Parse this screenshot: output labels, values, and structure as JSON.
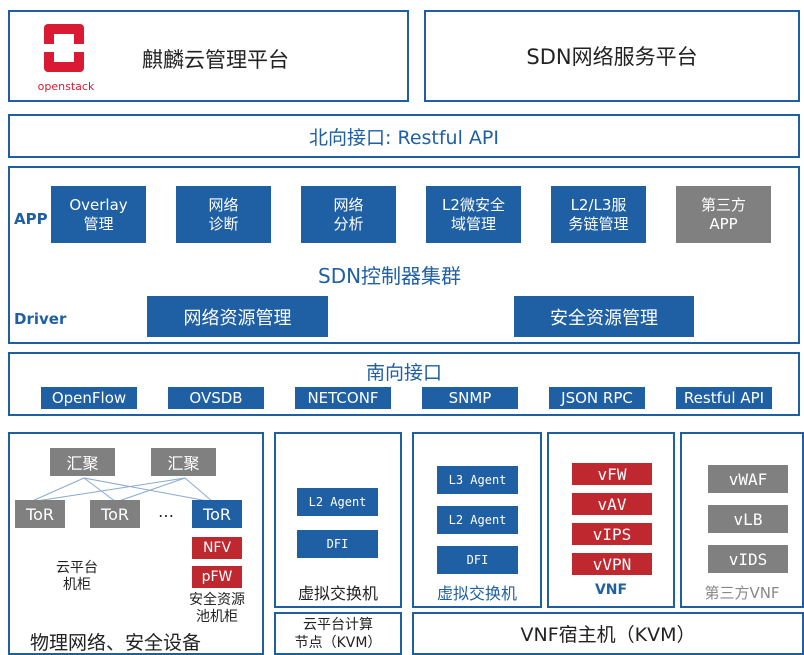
{
  "top": {
    "left_title": "麒麟云管理平台",
    "logo_text": "openstack",
    "right_title": "SDN网络服务平台"
  },
  "northbound": {
    "label": "北向接口: Restful API"
  },
  "controller": {
    "app_label": "APP",
    "apps": [
      {
        "line1": "Overlay",
        "line2": "管理"
      },
      {
        "line1": "网络",
        "line2": "诊断"
      },
      {
        "line1": "网络",
        "line2": "分析"
      },
      {
        "line1": "L2微安全",
        "line2": "域管理"
      },
      {
        "line1": "L2/L3服",
        "line2": "务链管理"
      },
      {
        "line1": "第三方",
        "line2": "APP"
      }
    ],
    "cluster_title": "SDN控制器集群",
    "driver_label": "Driver",
    "drivers": [
      "网络资源管理",
      "安全资源管理"
    ]
  },
  "southbound": {
    "title": "南向接口",
    "protocols": [
      "OpenFlow",
      "OVSDB",
      "NETCONF",
      "SNMP",
      "JSON RPC",
      "Restful API"
    ]
  },
  "physical": {
    "agg": [
      "汇聚",
      "汇聚"
    ],
    "tor": [
      "ToR",
      "ToR",
      "ToR"
    ],
    "dots": "…",
    "cabinet_line1": "云平台",
    "cabinet_line2": "机柜",
    "sec_items": [
      "NFV",
      "pFW"
    ],
    "sec_line1": "安全资源",
    "sec_line2": "池机柜",
    "footer": "物理网络、安全设备"
  },
  "vswitch1": {
    "items": [
      "L2 Agent",
      "DFI"
    ],
    "label": "虚拟交换机",
    "footer_line1": "云平台计算",
    "footer_line2": "节点（KVM）"
  },
  "vswitch2": {
    "items": [
      "L3 Agent",
      "L2 Agent",
      "DFI"
    ],
    "label": "虚拟交换机"
  },
  "vnf": {
    "items": [
      "vFW",
      "vAV",
      "vIPS",
      "vVPN"
    ],
    "label": "VNF"
  },
  "third_vnf": {
    "items": [
      "vWAF",
      "vLB",
      "vIDS"
    ],
    "label": "第三方VNF"
  },
  "vnf_host": {
    "label": "VNF宿主机（KVM）"
  },
  "colors": {
    "blue": "#1f5fa4",
    "gray": "#808080",
    "red": "#c0282f",
    "border": "#1e5fa3"
  }
}
